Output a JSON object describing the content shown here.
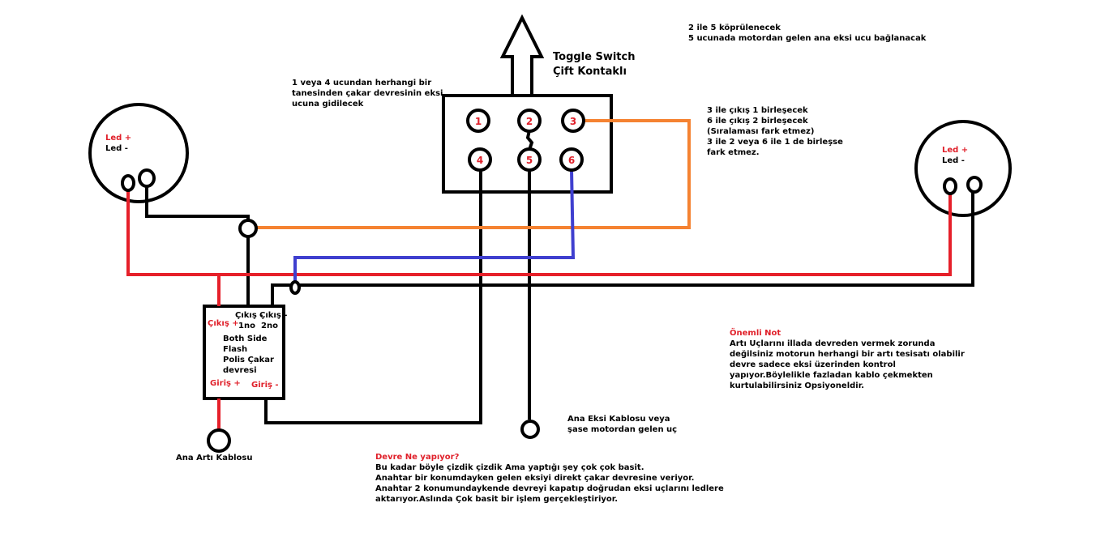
{
  "colors": {
    "wire_black": "#000000",
    "wire_red": "#e6202a",
    "wire_orange": "#f58231",
    "wire_blue": "#3f3fcf",
    "label_red": "#e0202a"
  },
  "switch": {
    "title_line1": "Toggle Switch",
    "title_line2": "Çift Kontaklı",
    "pins": [
      "1",
      "2",
      "3",
      "4",
      "5",
      "6"
    ]
  },
  "notes": {
    "bridge_line1": "2 ile 5 köprülenecek",
    "bridge_line2": "5 ucunada motordan gelen ana eksi ucu bağlanacak",
    "pin14_line1": "1 veya 4 ucundan herhangi bir",
    "pin14_line2": "tanesinden çakar devresinin eksi",
    "pin14_line3": "ucuna gidilecek",
    "pins_line1": "3 ile çıkış 1 birleşecek",
    "pins_line2": "6 ile çıkış 2 birleşecek",
    "pins_line3": "(Sıralaması fark etmez)",
    "pins_line4": "3 ile 2 veya 6 ile 1 de birleşse",
    "pins_line5": "fark etmez."
  },
  "left_led": {
    "plus": "Led +",
    "minus": "Led -"
  },
  "right_led": {
    "plus": "Led +",
    "minus": "Led -"
  },
  "flasher": {
    "out_plus": "Çıkış +",
    "out1_line1": "Çıkış -",
    "out1_line2": "1no",
    "out2_line1": "Çıkış -",
    "out2_line2": "2no",
    "name_line1": "Both Side",
    "name_line2": "Flash",
    "name_line3": "Polis Çakar",
    "name_line4": "devresi",
    "in_plus": "Giriş +",
    "in_minus": "Giriş -"
  },
  "ground": {
    "line1": "Ana Eksi Kablosu veya",
    "line2": "şase motordan gelen uç"
  },
  "main_plus": "Ana Artı Kablosu",
  "important": {
    "title": "Önemli Not",
    "line1": "Artı Uçlarını illada devreden vermek zorunda",
    "line2": "değilsiniz motorun herhangi bir artı tesisatı olabilir",
    "line3": "devre sadece eksi üzerinden kontrol",
    "line4": "yapıyor.Böylelikle fazladan kablo çekmekten",
    "line5": "kurtulabilirsiniz Opsiyoneldir."
  },
  "explain": {
    "title": "Devre Ne yapıyor?",
    "line1": "Bu kadar böyle çizdik çizdik Ama yaptığı şey çok çok basit.",
    "line2": "Anahtar bir konumdayken gelen eksiyi direkt çakar devresine veriyor.",
    "line3": "Anahtar 2 konumundaykende devreyi kapatıp doğrudan eksi uçlarını ledlere",
    "line4": "aktarıyor.Aslında Çok basit bir işlem gerçekleştiriyor."
  }
}
